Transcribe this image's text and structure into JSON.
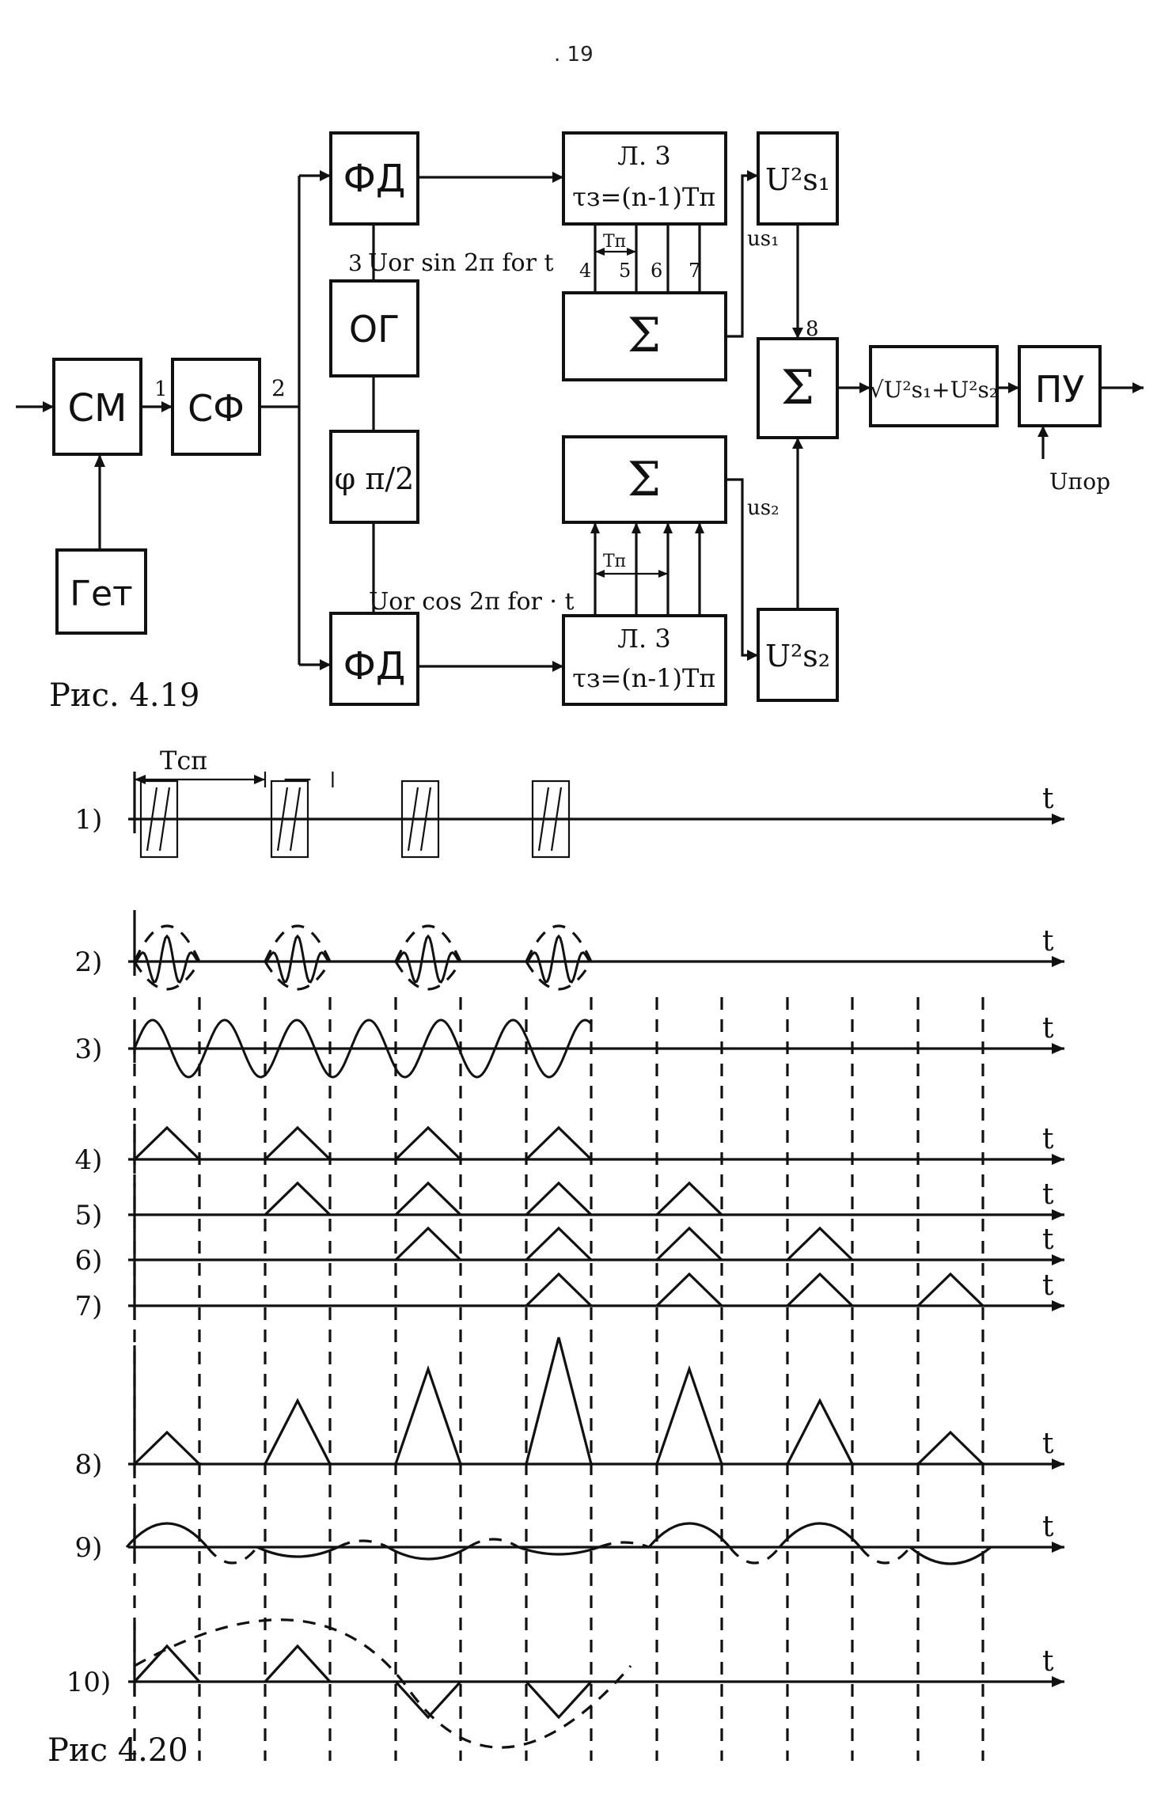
{
  "page_number": ". 19",
  "block_diagram": {
    "caption": "Рис. 4.19",
    "blocks": {
      "mixer": "СМ",
      "local_oscillator": "Гет",
      "matched_filter": "СФ",
      "phase_detector_top": "ФД",
      "reference_oscillator": "ОГ",
      "phase_shifter": "φ π/2",
      "phase_detector_bottom": "ФД",
      "delay_line_top": {
        "title": "Л. 3",
        "formula": "τз=(n-1)Tп"
      },
      "delay_line_bottom": {
        "title": "Л. 3",
        "formula": "τз=(n-1)Tп"
      },
      "summator_top": "Σ",
      "summator_bottom": "Σ",
      "square_top": "U²s₁",
      "square_bottom": "U²s₂",
      "summator_main": "Σ",
      "sqrt_block": "√U²s₁+U²s₂",
      "threshold_device": "ПУ"
    },
    "labels": {
      "node_1": "1",
      "node_2": "2",
      "node_3": "3",
      "node_4": "4",
      "node_5": "5",
      "node_6": "6",
      "node_7": "7",
      "node_8": "8",
      "sin_signal": "Uor sin 2π for t",
      "cos_signal": "Uor cos 2π for · t",
      "tap_period_top": "Tп",
      "tap_period_bottom": "Tп",
      "us1": "us₁",
      "us2": "us₂",
      "threshold": "Uпор"
    }
  },
  "timing_diagram": {
    "caption": "Рис 4.20",
    "period_label": "Тсп",
    "axis_label": "t",
    "row_labels": [
      "1)",
      "2)",
      "3)",
      "4)",
      "5)",
      "6)",
      "7)",
      "8)",
      "9)",
      "10)"
    ],
    "pulse_times_frac": [
      0,
      0.25,
      0.5,
      0.75
    ],
    "row8_peak_profile": [
      1,
      2,
      3,
      4,
      3,
      2,
      1
    ]
  }
}
